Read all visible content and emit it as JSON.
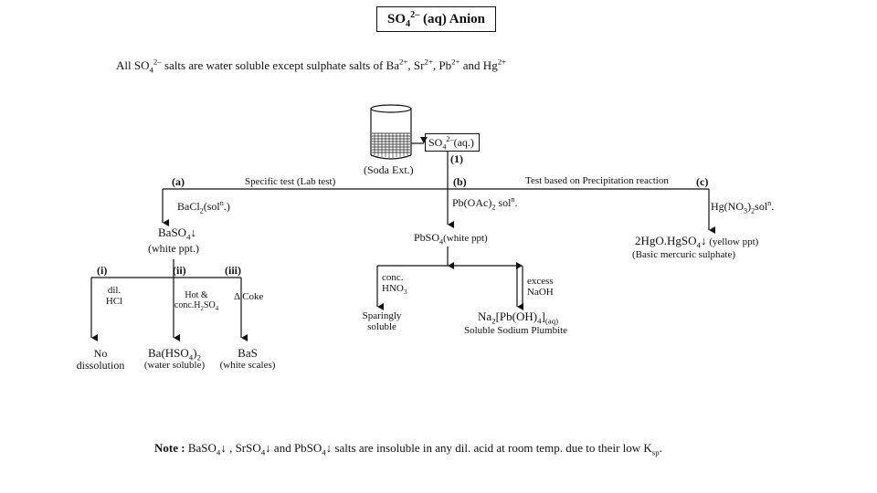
{
  "title": {
    "pre": "SO",
    "sub": "4",
    "sup": "2–",
    "post": " (aq) Anion"
  },
  "intro": {
    "p1": "All SO",
    "sub": "4",
    "sup": "2–",
    "p2": " salts are water soluble except sulphate salts of Ba",
    "s1": "2+",
    "p3": ", Sr",
    "s2": "2+",
    "p4": ", Pb",
    "s3": "2+",
    "p5": " and Hg",
    "s4": "2+"
  },
  "source": {
    "beaker_label": "(Soda Ext.)",
    "box": {
      "pre": "SO",
      "sub": "4",
      "sup": "2–",
      "post": "(aq.)"
    },
    "step": "(1)"
  },
  "branches": {
    "a": {
      "letter": "(a)",
      "test": "Specific test (Lab test)"
    },
    "b": {
      "letter": "(b)"
    },
    "c": {
      "letter": "(c)",
      "test": "Test based on Precipitation reaction"
    }
  },
  "branch_a": {
    "reagent": {
      "pre": "BaCl",
      "sub": "2",
      "post": "(sol",
      "sup": "n",
      ".)": ".)"
    },
    "product": {
      "pre": "BaSO",
      "sub": "4",
      "arrow": "↓"
    },
    "product_note": "(white ppt.)",
    "sub_branches": [
      {
        "label": "(i)",
        "reagent1": "dil.",
        "reagent2": "HCl",
        "result1": "No",
        "result2": "dissolution"
      },
      {
        "label": "(ii)",
        "reagent1": "Hot &",
        "reagent2": "conc.H",
        "reagent2_sub": "2",
        "reagent2_post": "SO",
        "reagent2_sub2": "4",
        "result_pre": "Ba(HSO",
        "result_sub": "4",
        "result_post": ")",
        "result_sub2": "2",
        "result_note": "(water soluble)"
      },
      {
        "label": "(iii)",
        "reagent1": "Δ  Coke",
        "result": "BaS",
        "result_note": "(white scales)"
      }
    ]
  },
  "branch_b": {
    "reagent": {
      "pre": "Pb(OAc)",
      "sub": "2",
      "post": " sol",
      "sup": "n",
      "end": "."
    },
    "product": {
      "pre": "PbSO",
      "sub": "4",
      "post": "(white ppt)"
    },
    "left": {
      "reagent1": "conc.",
      "reagent2_pre": "HNO",
      "reagent2_sub": "3",
      "result1": "Sparingly",
      "result2": "soluble"
    },
    "right": {
      "reagent1": "excess",
      "reagent2": "NaOH",
      "result_pre": "Na",
      "result_sub": "2",
      "result_mid": "[Pb(OH)",
      "result_sub2": "4",
      "result_post": "]",
      "result_sub3": "(aq)",
      "result_note": "Soluble Sodium Plumbite"
    }
  },
  "branch_c": {
    "reagent": {
      "pre": "Hg(NO",
      "sub": "3",
      "post": ")",
      "sub2": "2",
      "end": "sol",
      "sup": "n",
      "dot": "."
    },
    "product": {
      "pre": "2HgO.HgSO",
      "sub": "4",
      "arrow": "↓",
      "note": " (yellow ppt)"
    },
    "product_note": "(Basic mercuric sulphate)"
  },
  "note": {
    "label": "Note : ",
    "p1": "BaSO",
    "s1": "4",
    "a1": "↓ , SrSO",
    "s2": "4",
    "a2": "↓  and PbSO",
    "s3": "4",
    "a3": "↓  salts are insoluble in any dil. acid at room temp. due to their low K",
    "s4": "sp",
    "end": "."
  }
}
